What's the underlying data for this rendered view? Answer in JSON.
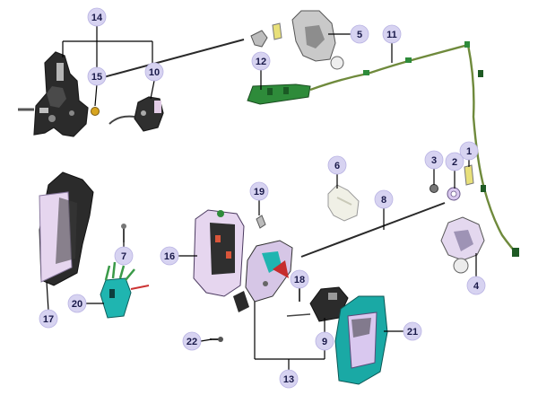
{
  "callouts": [
    {
      "id": "c1",
      "label": "1"
    },
    {
      "id": "c2",
      "label": "2"
    },
    {
      "id": "c3",
      "label": "3"
    },
    {
      "id": "c4",
      "label": "4"
    },
    {
      "id": "c5",
      "label": "5"
    },
    {
      "id": "c6",
      "label": "6"
    },
    {
      "id": "c7",
      "label": "7"
    },
    {
      "id": "c8",
      "label": "8"
    },
    {
      "id": "c9",
      "label": "9"
    },
    {
      "id": "c10",
      "label": "10"
    },
    {
      "id": "c11",
      "label": "11"
    },
    {
      "id": "c12",
      "label": "12"
    },
    {
      "id": "c13",
      "label": "13"
    },
    {
      "id": "c14",
      "label": "14"
    },
    {
      "id": "c15",
      "label": "15"
    },
    {
      "id": "c16",
      "label": "16"
    },
    {
      "id": "c17",
      "label": "17"
    },
    {
      "id": "c18",
      "label": "18"
    },
    {
      "id": "c19",
      "label": "19"
    },
    {
      "id": "c20",
      "label": "20"
    },
    {
      "id": "c21",
      "label": "21"
    },
    {
      "id": "c22",
      "label": "22"
    }
  ],
  "colors": {
    "callout_fill": "#d7d3f1",
    "part_purple": "#e6d6ef",
    "part_green": "#2e8b3a",
    "part_teal": "#1fb5b0",
    "part_dark": "#2a2a2a",
    "cable": "#6f8a3c"
  }
}
